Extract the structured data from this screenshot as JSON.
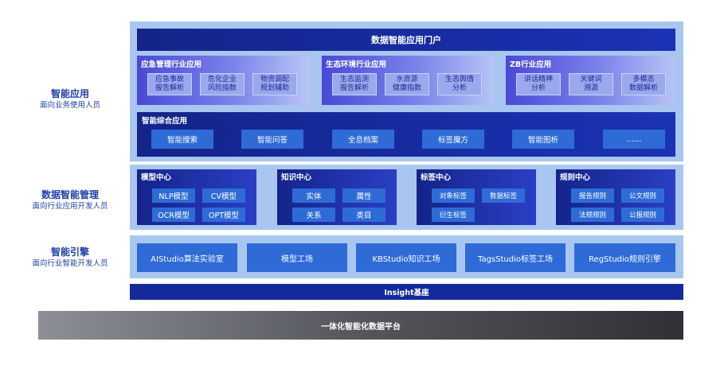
{
  "side_labels": [
    {
      "title": "智能应用",
      "subtitle": "面向业务使用人员"
    },
    {
      "title": "数据智能管理",
      "subtitle": "面向行业应用开发人员"
    },
    {
      "title": "智能引擎",
      "subtitle": "面向行业智能开发人员"
    }
  ],
  "portal": "数据智能应用门户",
  "groups": [
    {
      "title": "应急管理行业应用",
      "items": [
        "应急事故\n报告解析",
        "危化企业\n风险指数",
        "物资调配\n规划辅助"
      ]
    },
    {
      "title": "生态环境行业应用",
      "items": [
        "生态监测\n报告解析",
        "水资源\n健康指数",
        "生态舆情\n分析"
      ]
    },
    {
      "title": "ZB行业应用",
      "items": [
        "讲话精神\n分析",
        "关键词\n溯源",
        "多模态\n数据解析"
      ]
    }
  ],
  "composite": {
    "title": "智能综合应用",
    "items": [
      "智能搜索",
      "智能问答",
      "全息档案",
      "标签魔方",
      "智能图析",
      "……"
    ]
  },
  "centers": [
    {
      "title": "模型中心",
      "items": [
        "NLP模型",
        "CV模型",
        "OCR模型",
        "OPT模型"
      ]
    },
    {
      "title": "知识中心",
      "items": [
        "实体",
        "属性",
        "关系",
        "类目"
      ]
    },
    {
      "title": "标签中心",
      "items": [
        "对象标签",
        "数据标签",
        "衍生标签"
      ]
    },
    {
      "title": "规则中心",
      "items": [
        "报告规则",
        "公文规则",
        "法规规则",
        "公报规则"
      ]
    }
  ],
  "engines": [
    "AIStudio算法实验室",
    "模型工场",
    "KBStudio知识工场",
    "TagsStudio标签工场",
    "RegStudio规则引擎"
  ],
  "insight": "Insight基座",
  "platform": "一体化智能化数据平台"
}
